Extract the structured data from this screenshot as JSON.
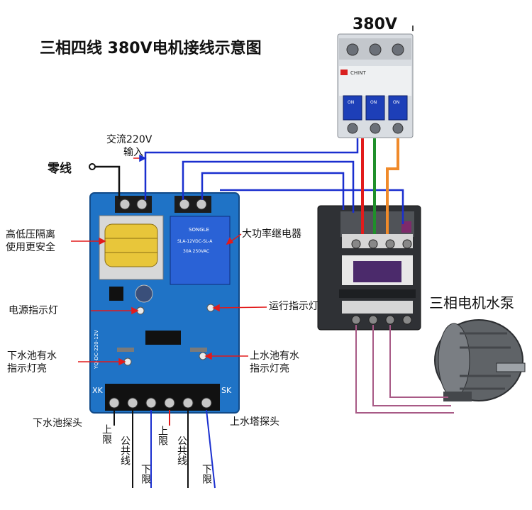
{
  "title": "三相四线 380V电机接线示意图",
  "voltage_label": "380V",
  "neutral_label": "零线",
  "ac_input_label": [
    "交流220V",
    "输入"
  ],
  "callouts": {
    "isolation": [
      "高低压隔离",
      "使用更安全"
    ],
    "relay": "大功率继电器",
    "power_led": "电源指示灯",
    "run_led": "运行指示灯",
    "lower_pool_led": [
      "下水池有水",
      "指示灯亮"
    ],
    "upper_pool_led": [
      "上水池有水",
      "指示灯亮"
    ],
    "lower_probe": "下水池探头",
    "upper_probe": "上水塔探头",
    "motor": "三相电机水泵"
  },
  "terminal_labels": {
    "upper_limit_1": "上限",
    "common_1": "公共线",
    "lower_limit_1": "下限",
    "upper_limit_2": "上限",
    "common_2": "公共线",
    "lower_limit_2": "下限"
  },
  "board_markings": {
    "xk": "XK",
    "sk": "SK",
    "relay_brand": "SONGLE",
    "relay_model": "SLA-12VDC-SL-A",
    "relay_rating": "30A 250VAC",
    "board_code": "YQ-DC-220-12V"
  },
  "breaker_markings": {
    "brand": "CHINT",
    "pole_labels": [
      "ON",
      "ON",
      "ON"
    ]
  },
  "colors": {
    "board": "#1f73c6",
    "wire_blue": "#1a2fcf",
    "wire_red": "#e21b1b",
    "wire_green": "#1f8f2a",
    "wire_orange": "#f08a2a",
    "wire_motor": "#a85a86",
    "wire_black": "#111111"
  }
}
